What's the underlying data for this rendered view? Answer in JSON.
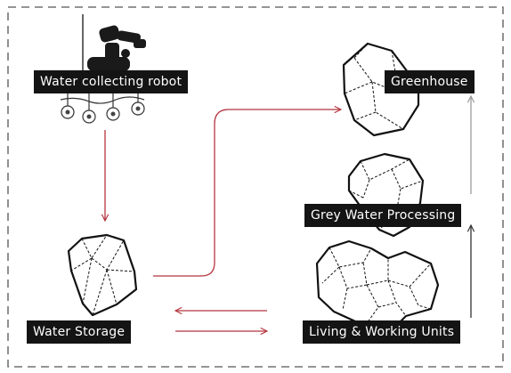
{
  "nodes": {
    "robot": {
      "label": "Water collecting robot"
    },
    "greenhouse": {
      "label": "Greenhouse"
    },
    "grey_water": {
      "label": "Grey Water Processing"
    },
    "storage": {
      "label": "Water Storage"
    },
    "living": {
      "label": "Living & Working Units"
    }
  },
  "colors": {
    "flow_red": "#b5353f",
    "flow_grey": "#9a9a9a",
    "flow_dark": "#333333",
    "frame": "#555555",
    "label_bg": "#141414"
  },
  "icons": [
    "robot-icon",
    "greenhouse-shape-icon",
    "grey-water-shape-icon",
    "water-storage-shape-icon",
    "living-units-shape-icon"
  ]
}
